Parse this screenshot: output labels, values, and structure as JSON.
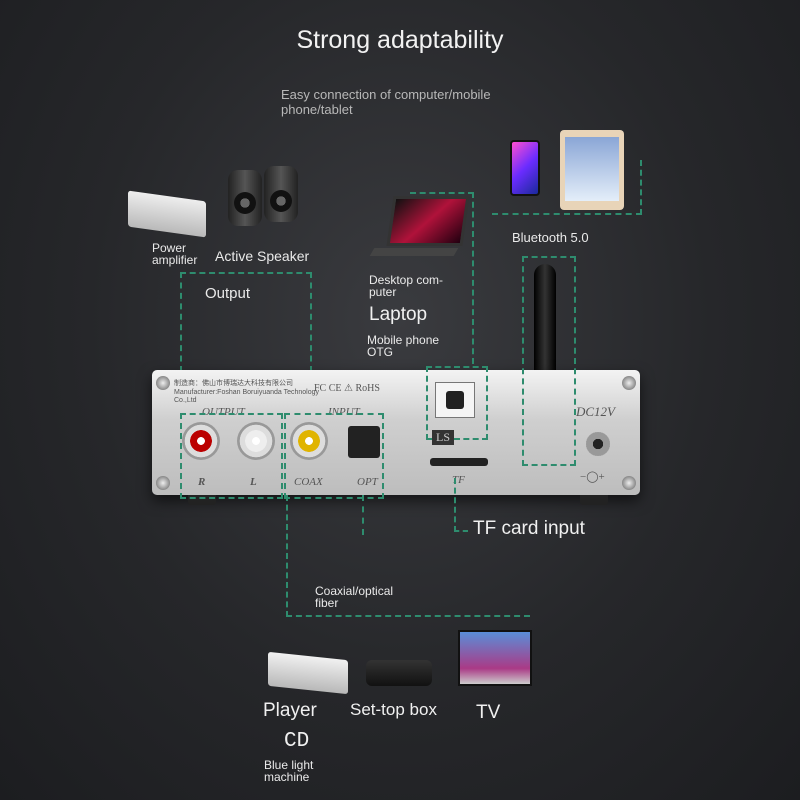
{
  "title": "Strong adaptability",
  "subtitle": "Easy connection of computer/mobile phone/tablet",
  "labels": {
    "power_amplifier": "Power amplifier",
    "active_speaker": "Active Speaker",
    "output": "Output",
    "desktop_computer": "Desktop com-puter",
    "laptop": "Laptop",
    "mobile_otg": "Mobile phone OTG",
    "bluetooth": "Bluetooth 5.0",
    "tf_card": "TF card input",
    "coax_optical": "Coaxial/optical fiber",
    "player": "Player",
    "set_top_box": "Set-top box",
    "tv": "TV",
    "cd": "CD",
    "blue_light": "Blue light machine"
  },
  "device": {
    "manufacturer_cn": "制造商：佛山市博瑞达大科技有限公司",
    "manufacturer_en": "Manufacturer:Foshan Boruiyuanda Technology Co.,Ltd",
    "certs": "FC CE ⚠ RoHS",
    "output": "OUTPUT",
    "input": "INPUT",
    "r": "R",
    "l": "L",
    "coax": "COAX",
    "opt": "OPT",
    "ls": "LS",
    "tf": "TF",
    "dc": "DC12V",
    "dc_symbol": "−◯+"
  },
  "icons": [
    "power-amplifier-icon",
    "speaker-icon",
    "laptop-icon",
    "phone-icon",
    "tablet-icon",
    "antenna-icon",
    "player-icon",
    "set-top-box-icon",
    "tv-icon"
  ]
}
